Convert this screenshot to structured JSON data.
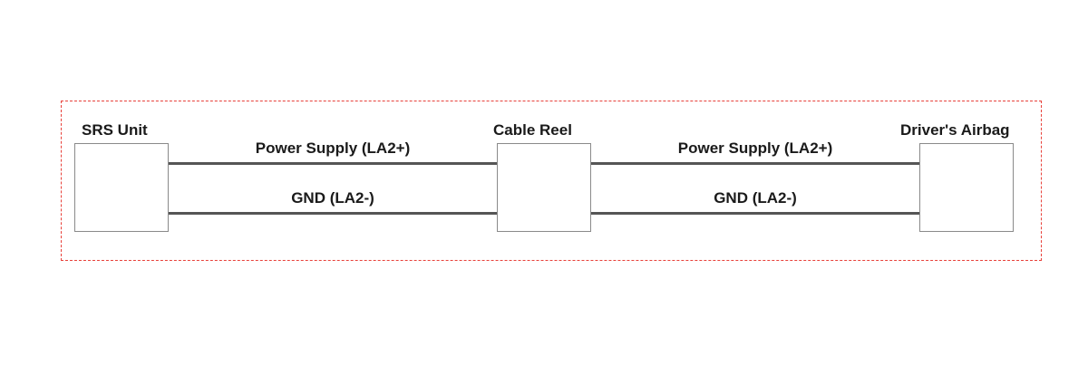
{
  "components": {
    "srs_unit": "SRS Unit",
    "cable_reel": "Cable Reel",
    "drivers_airbag": "Driver's Airbag"
  },
  "wires": {
    "left_top": "Power Supply (LA2+)",
    "left_bottom": "GND (LA2-)",
    "right_top": "Power Supply (LA2+)",
    "right_bottom": "GND (LA2-)"
  },
  "colors": {
    "frame_dashed": "#e8413a",
    "wire": "#555555",
    "box_border": "#8a8a8a"
  }
}
